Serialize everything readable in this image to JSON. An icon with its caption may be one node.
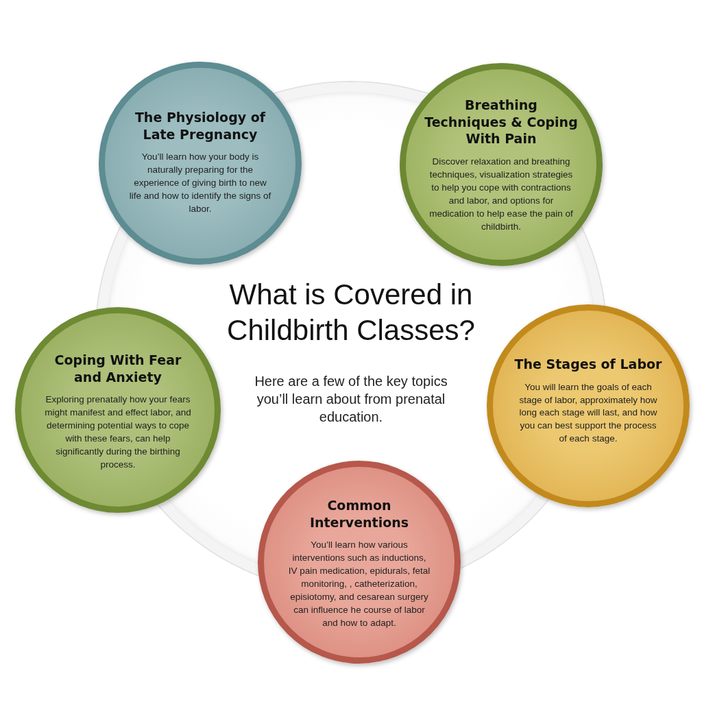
{
  "diagram": {
    "nodes": [
      {
        "text": [
          "What is Covered in Childbirth Classes?",
          "Here are a few of the key topics you’ll learn about from prenatal education."
        ]
      },
      {
        "text": [
          "The Physiology of Late Pregnancy",
          "You’ll learn how your body is naturally preparing for the experience of giving birth to new life and how to identify the signs of labor."
        ]
      },
      {
        "text": [
          "Breathing Techniques & Coping With Pain",
          "Discover relaxation and breathing techniques, visualization strategies to help you cope with contractions and labor, and options for medication to help ease the pain of childbirth."
        ]
      },
      {
        "text": [
          "Coping With Fear and Anxiety",
          "Exploring prenatally how your fears might manifest and effect labor, and determining potential ways to cope with these fears, can help significantly during the birthing process."
        ]
      },
      {
        "text": [
          "The Stages of Labor",
          "You will learn the goals of each stage of labor, approximately how long each stage will last, and how you can best support the process of each stage."
        ]
      },
      {
        "text": [
          "Common Interventions",
          "You’ll learn how various interventions such as inductions, IV pain medication, epidurals, fetal monitoring, , catheterization, episiotomy, and cesarean surgery can influence he course of labor and how to adapt."
        ]
      }
    ],
    "edges": []
  }
}
